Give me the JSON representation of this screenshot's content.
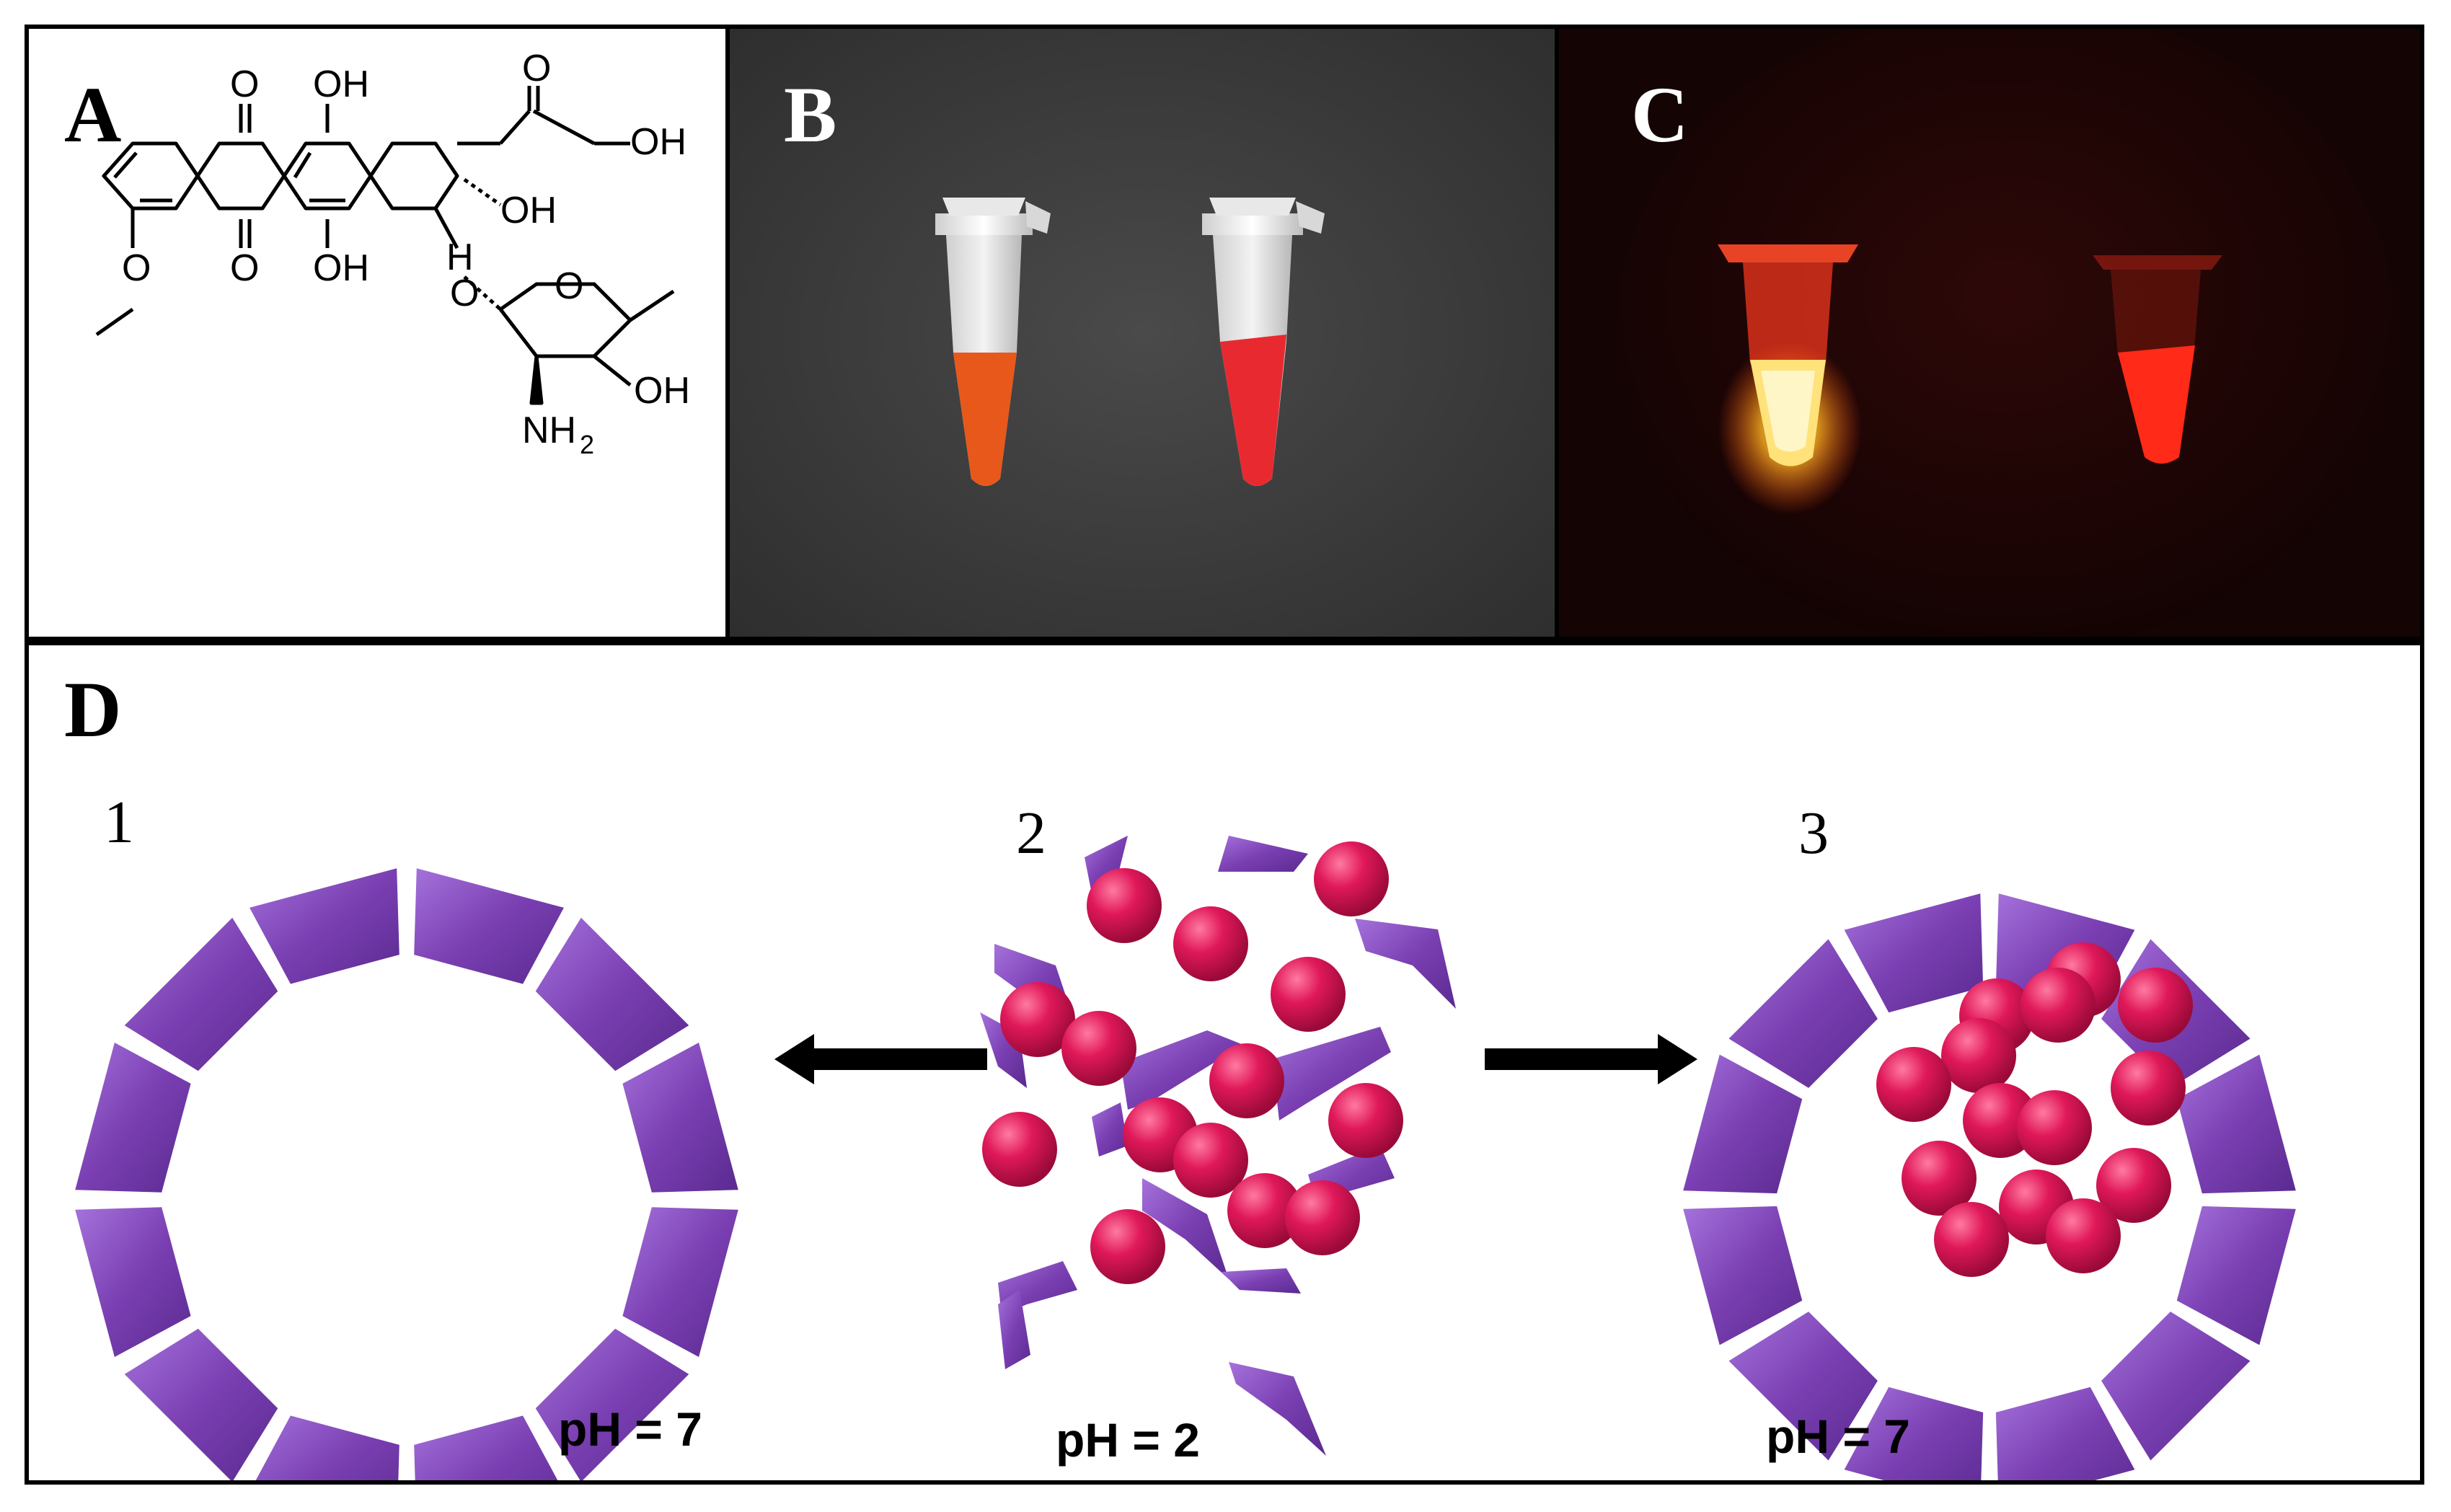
{
  "panels": {
    "a": {
      "letter": "A",
      "labels": {
        "o_top": "O",
        "oh_top": "OH",
        "o_ketone": "O",
        "oh_side": "OH",
        "oh_ring": "OH",
        "h": "H",
        "o_quinone": "O",
        "oh_bottom": "OH",
        "o_ether": "O",
        "o_sugar": "O",
        "oh_sugar": "OH",
        "nh2": "NH",
        "nh2_sub": "2",
        "methoxy_o": "O"
      }
    },
    "b": {
      "letter": "B"
    },
    "c": {
      "letter": "C"
    },
    "d": {
      "letter": "D",
      "stages": [
        {
          "number": "1",
          "ph": "pH = 7"
        },
        {
          "number": "2",
          "ph": "pH = 2"
        },
        {
          "number": "3",
          "ph": "pH = 7"
        }
      ]
    }
  },
  "colors": {
    "purple": "#7b3fb3",
    "pink": "#e0185a",
    "orange_solution": "#e8581a",
    "red_solution": "#e82a30",
    "fluorescence": "#ffb020"
  }
}
